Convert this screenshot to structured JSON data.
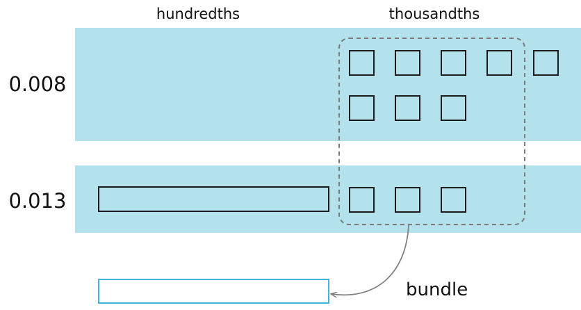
{
  "headers": {
    "hundredths": "hundredths",
    "thousandths": "thousandths"
  },
  "rows": [
    {
      "value": "0.008",
      "hundredths_rods": 0,
      "thousandths_cubes": 8
    },
    {
      "value": "0.013",
      "hundredths_rods": 1,
      "thousandths_cubes": 3
    }
  ],
  "bundle": {
    "label": "bundle",
    "grouped_cubes": 10
  },
  "colors": {
    "band": "#b3e2ec",
    "outline": "#1a1a1a",
    "bundle_outline": "#3fb4d8",
    "dashed_group": "#7a7a7a",
    "arrow": "#808080"
  }
}
